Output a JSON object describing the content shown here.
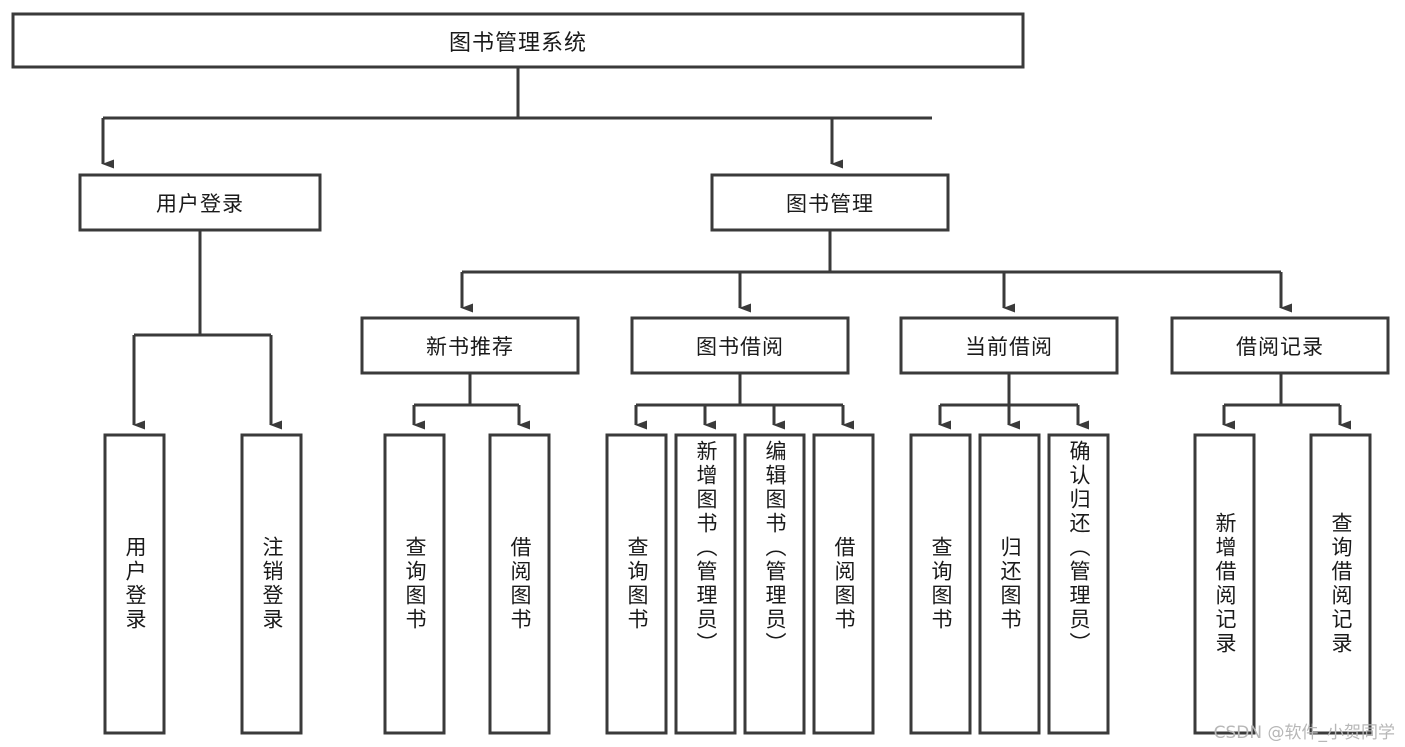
{
  "diagram": {
    "title": "图书管理系统",
    "watermark": "CSDN @软件_小贺同学",
    "colors": {
      "box_stroke": "#3a3a3a",
      "box_fill": "#ffffff",
      "connector": "#3a3a3a",
      "text": "#1a1a1a",
      "watermark": "#b7b7b7",
      "background": "#ffffff"
    },
    "root": {
      "label": "图书管理系统"
    },
    "level2": [
      {
        "label": "用户登录"
      },
      {
        "label": "图书管理"
      }
    ],
    "level3": [
      {
        "label": "新书推荐"
      },
      {
        "label": "图书借阅"
      },
      {
        "label": "当前借阅"
      },
      {
        "label": "借阅记录"
      }
    ],
    "leaves": {
      "user_login": [
        {
          "label": "用户登录"
        },
        {
          "label": "注销登录"
        }
      ],
      "new_book_recommend": [
        {
          "label": "查询图书"
        },
        {
          "label": "借阅图书"
        }
      ],
      "book_borrow": [
        {
          "label": "查询图书"
        },
        {
          "label": "新增图书（管理员）"
        },
        {
          "label": "编辑图书（管理员）"
        },
        {
          "label": "借阅图书"
        }
      ],
      "current_borrow": [
        {
          "label": "查询图书"
        },
        {
          "label": "归还图书"
        },
        {
          "label": "确认归还（管理员）"
        }
      ],
      "borrow_record": [
        {
          "label": "新增借阅记录"
        },
        {
          "label": "查询借阅记录"
        }
      ]
    }
  }
}
